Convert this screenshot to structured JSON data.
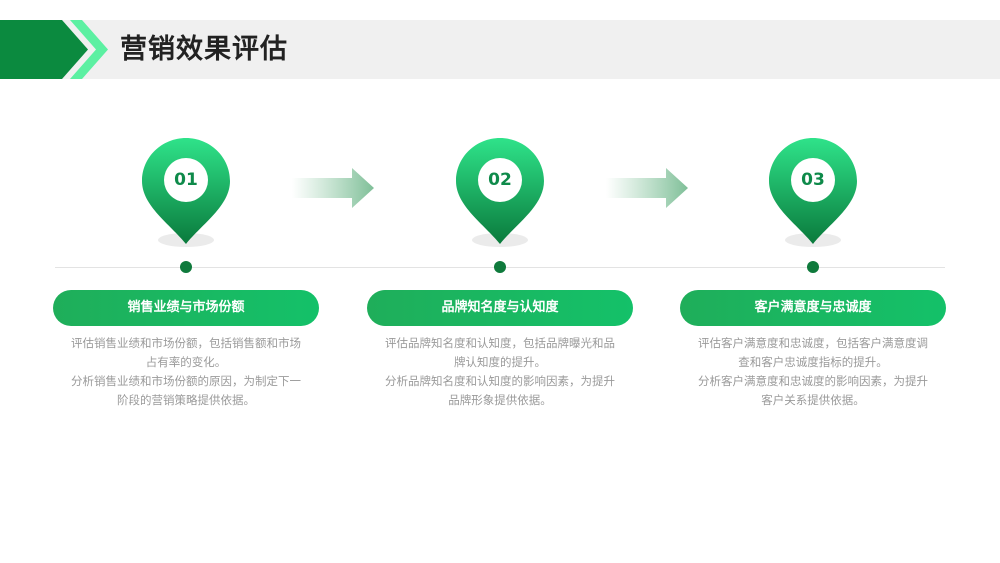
{
  "header": {
    "title": "营销效果评估"
  },
  "colors": {
    "accent": "#14b866",
    "accent_dark": "#0a7a3c",
    "band": "#f0f0f0"
  },
  "steps": [
    {
      "number": "01",
      "title": "销售业绩与市场份额",
      "desc_lines": [
        "评估销售业绩和市场份额，包括销售额和市场占有率的变化。",
        "分析销售业绩和市场份额的原因，为制定下一阶段的营销策略提供依据。"
      ]
    },
    {
      "number": "02",
      "title": "品牌知名度与认知度",
      "desc_lines": [
        "评估品牌知名度和认知度，包括品牌曝光和品牌认知度的提升。",
        "分析品牌知名度和认知度的影响因素，为提升品牌形象提供依据。"
      ]
    },
    {
      "number": "03",
      "title": "客户满意度与忠诚度",
      "desc_lines": [
        "评估客户满意度和忠诚度，包括客户满意度调查和客户忠诚度指标的提升。",
        "分析客户满意度和忠诚度的影响因素，为提升客户关系提供依据。"
      ]
    }
  ]
}
